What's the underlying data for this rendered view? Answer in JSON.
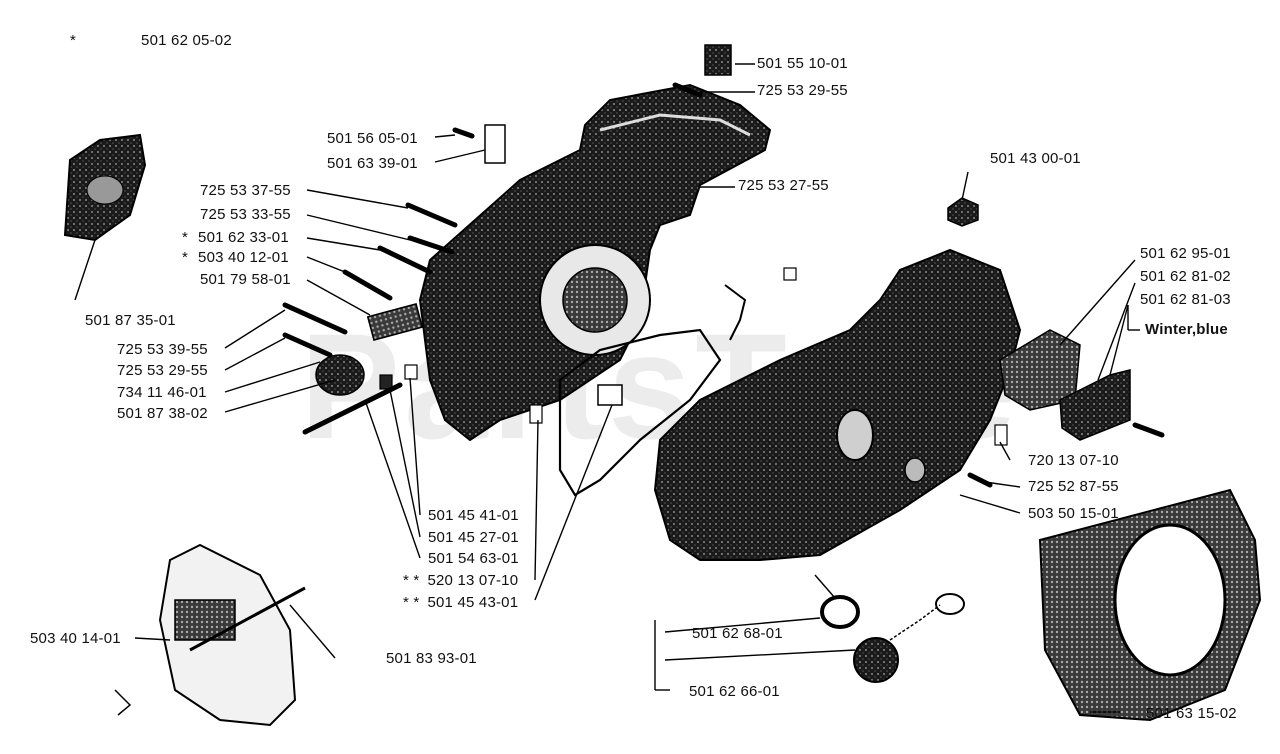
{
  "watermark": "PartsTree",
  "notes": {
    "winter": "Winter,blue"
  },
  "parts": [
    {
      "id": "p01",
      "star": "*",
      "number": "501 62 05-02"
    },
    {
      "id": "p02",
      "star": "",
      "number": "501 55 10-01"
    },
    {
      "id": "p03",
      "star": "",
      "number": "725 53 29-55"
    },
    {
      "id": "p04",
      "star": "",
      "number": "501 56 05-01"
    },
    {
      "id": "p05",
      "star": "",
      "number": "501 63 39-01"
    },
    {
      "id": "p06",
      "star": "",
      "number": "725 53 27-55"
    },
    {
      "id": "p07",
      "star": "",
      "number": "501 43 00-01"
    },
    {
      "id": "p08",
      "star": "",
      "number": "725 53 37-55"
    },
    {
      "id": "p09",
      "star": "",
      "number": "725 53 33-55"
    },
    {
      "id": "p10",
      "star": "*",
      "number": "501 62 33-01"
    },
    {
      "id": "p11",
      "star": "*",
      "number": "503 40 12-01"
    },
    {
      "id": "p12",
      "star": "",
      "number": "501 79 58-01"
    },
    {
      "id": "p13",
      "star": "",
      "number": "501 62 95-01"
    },
    {
      "id": "p14",
      "star": "",
      "number": "501 62 81-02"
    },
    {
      "id": "p15",
      "star": "",
      "number": "501 62 81-03"
    },
    {
      "id": "p16",
      "star": "",
      "number": "501 87 35-01"
    },
    {
      "id": "p17",
      "star": "",
      "number": "725 53 39-55"
    },
    {
      "id": "p18",
      "star": "",
      "number": "725 53 29-55"
    },
    {
      "id": "p19",
      "star": "",
      "number": "734 11 46-01"
    },
    {
      "id": "p20",
      "star": "",
      "number": "501 87 38-02"
    },
    {
      "id": "p21",
      "star": "",
      "number": "720 13 07-10"
    },
    {
      "id": "p22",
      "star": "",
      "number": "725 52 87-55"
    },
    {
      "id": "p23",
      "star": "",
      "number": "503 50 15-01"
    },
    {
      "id": "p24",
      "star": "",
      "number": "501 45 41-01"
    },
    {
      "id": "p25",
      "star": "",
      "number": "501 45 27-01"
    },
    {
      "id": "p26",
      "star": "",
      "number": "501 54 63-01"
    },
    {
      "id": "p27",
      "star": "* *",
      "number": "520 13 07-10"
    },
    {
      "id": "p28",
      "star": "* *",
      "number": "501 45 43-01"
    },
    {
      "id": "p29",
      "star": "",
      "number": "501 62 68-01"
    },
    {
      "id": "p30",
      "star": "",
      "number": "501 62 66-01"
    },
    {
      "id": "p31",
      "star": "",
      "number": "503 40 14-01"
    },
    {
      "id": "p32",
      "star": "",
      "number": "501 83 93-01"
    },
    {
      "id": "p33",
      "star": "",
      "number": "501 63 15-02"
    }
  ]
}
